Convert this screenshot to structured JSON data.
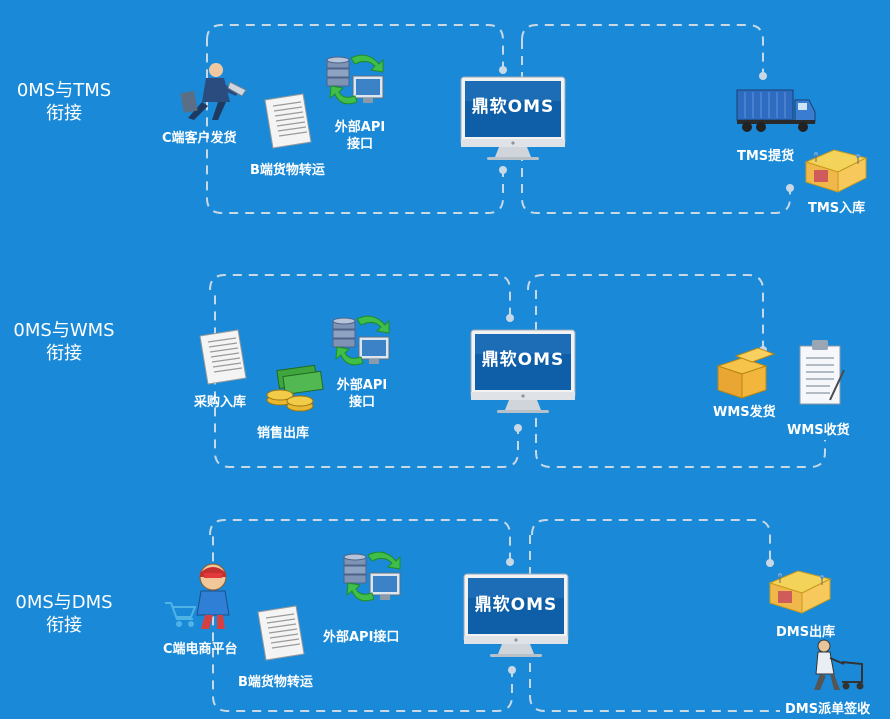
{
  "rows": [
    {
      "title_line1": "0MS与TMS",
      "title_line2": "衔接",
      "monitor_text": "鼎软OMS",
      "labels": {
        "c_client": "C端客户发货",
        "b_transfer": "B端货物转运",
        "api_line1": "外部API",
        "api_line2": "接口",
        "tms_pickup": "TMS提货",
        "tms_inbound": "TMS入库"
      }
    },
    {
      "title_line1": "0MS与WMS",
      "title_line2": "衔接",
      "monitor_text": "鼎软OMS",
      "labels": {
        "purchase_inbound": "采购入库",
        "sales_outbound": "销售出库",
        "api_line1": "外部API",
        "api_line2": "接口",
        "wms_ship": "WMS发货",
        "wms_receive": "WMS收货"
      }
    },
    {
      "title_line1": "0MS与DMS",
      "title_line2": "衔接",
      "monitor_text": "鼎软OMS",
      "labels": {
        "c_ecommerce": "C端电商平台",
        "b_transfer": "B端货物转运",
        "api_full": "外部API接口",
        "dms_outbound": "DMS出库",
        "dms_sign": "DMS派单签收"
      }
    }
  ],
  "colors": {
    "background": "#1a8ad8",
    "dash": "#c9d8e6",
    "screen": "#0e5fa8"
  }
}
